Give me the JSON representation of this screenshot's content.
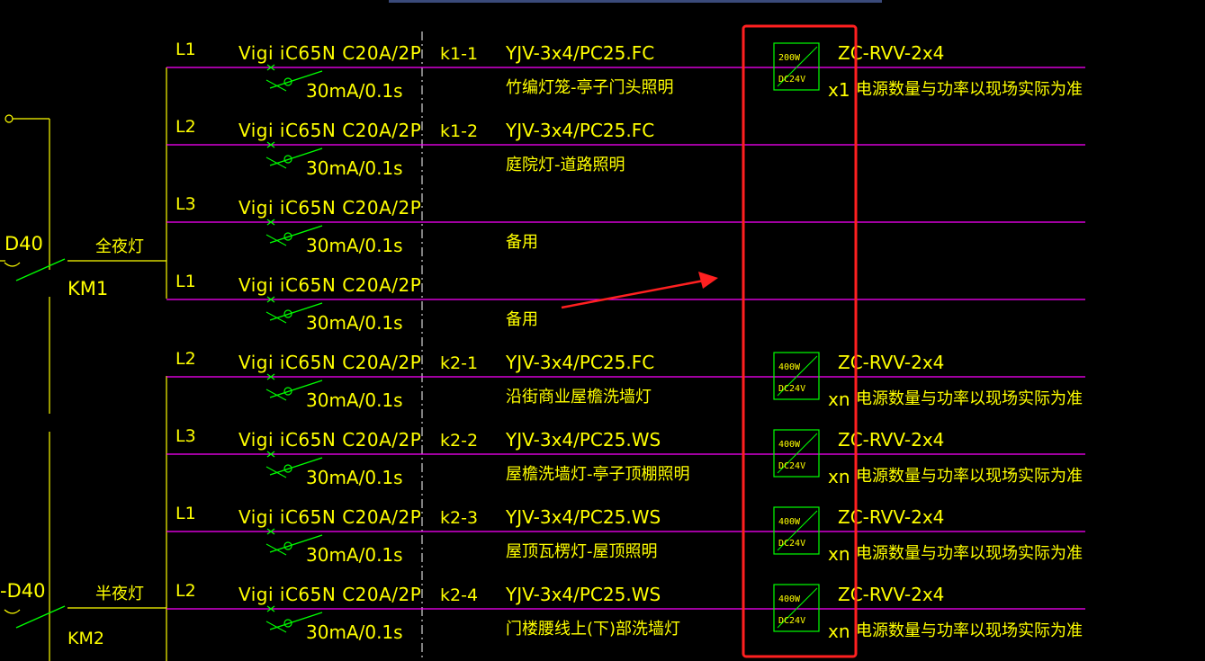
{
  "colors": {
    "background": "#000000",
    "bus": "#FF00FF",
    "text": "#FFFF00",
    "breaker": "#00FF00",
    "annotation": "#FF2020",
    "dash": "#FFFFFF",
    "topbar": "#3A4A7A"
  },
  "left_panel": {
    "group1": {
      "contactor_rating": "D40",
      "mode": "全夜灯",
      "contactor_id": "KM1"
    },
    "group2": {
      "contactor_rating": "-D40",
      "mode": "半夜灯",
      "contactor_id": "KM2"
    }
  },
  "circuits": [
    {
      "phase": "L1",
      "breaker": "Vigi iC65N C20A/2P",
      "rcd": "30mA/0.1s",
      "circuit_id": "k1-1",
      "cable": "YJV-3x4/PC25.FC",
      "load": "竹编灯笼-亭子门头照明",
      "has_psu": true,
      "psu_power": "200W",
      "psu_voltage": "DC24V",
      "psu_cable": "ZC-RVV-2x4",
      "psu_qty": "x1",
      "psu_note": "电源数量与功率以现场实际为准"
    },
    {
      "phase": "L2",
      "breaker": "Vigi iC65N C20A/2P",
      "rcd": "30mA/0.1s",
      "circuit_id": "k1-2",
      "cable": "YJV-3x4/PC25.FC",
      "load": "庭院灯-道路照明",
      "has_psu": false
    },
    {
      "phase": "L3",
      "breaker": "Vigi iC65N C20A/2P",
      "rcd": "30mA/0.1s",
      "circuit_id": "",
      "cable": "",
      "load": "备用",
      "has_psu": false
    },
    {
      "phase": "L1",
      "breaker": "Vigi iC65N C20A/2P",
      "rcd": "30mA/0.1s",
      "circuit_id": "",
      "cable": "",
      "load": "备用",
      "has_psu": false
    },
    {
      "phase": "L2",
      "breaker": "Vigi iC65N C20A/2P",
      "rcd": "30mA/0.1s",
      "circuit_id": "k2-1",
      "cable": "YJV-3x4/PC25.FC",
      "load": "沿街商业屋檐洗墙灯",
      "has_psu": true,
      "psu_power": "400W",
      "psu_voltage": "DC24V",
      "psu_cable": "ZC-RVV-2x4",
      "psu_qty": "xn",
      "psu_note": "电源数量与功率以现场实际为准"
    },
    {
      "phase": "L3",
      "breaker": "Vigi iC65N C20A/2P",
      "rcd": "30mA/0.1s",
      "circuit_id": "k2-2",
      "cable": "YJV-3x4/PC25.WS",
      "load": "屋檐洗墙灯-亭子顶棚照明",
      "has_psu": true,
      "psu_power": "400W",
      "psu_voltage": "DC24V",
      "psu_cable": "ZC-RVV-2x4",
      "psu_qty": "xn",
      "psu_note": "电源数量与功率以现场实际为准"
    },
    {
      "phase": "L1",
      "breaker": "Vigi iC65N C20A/2P",
      "rcd": "30mA/0.1s",
      "circuit_id": "k2-3",
      "cable": "YJV-3x4/PC25.WS",
      "load": "屋顶瓦楞灯-屋顶照明",
      "has_psu": true,
      "psu_power": "400W",
      "psu_voltage": "DC24V",
      "psu_cable": "ZC-RVV-2x4",
      "psu_qty": "xn",
      "psu_note": "电源数量与功率以现场实际为准"
    },
    {
      "phase": "L2",
      "breaker": "Vigi iC65N C20A/2P",
      "rcd": "30mA/0.1s",
      "circuit_id": "k2-4",
      "cable": "YJV-3x4/PC25.WS",
      "load": "门楼腰线上(下)部洗墙灯",
      "has_psu": true,
      "psu_power": "400W",
      "psu_voltage": "DC24V",
      "psu_cable": "ZC-RVV-2x4",
      "psu_qty": "xn",
      "psu_note": "电源数量与功率以现场实际为准"
    }
  ]
}
